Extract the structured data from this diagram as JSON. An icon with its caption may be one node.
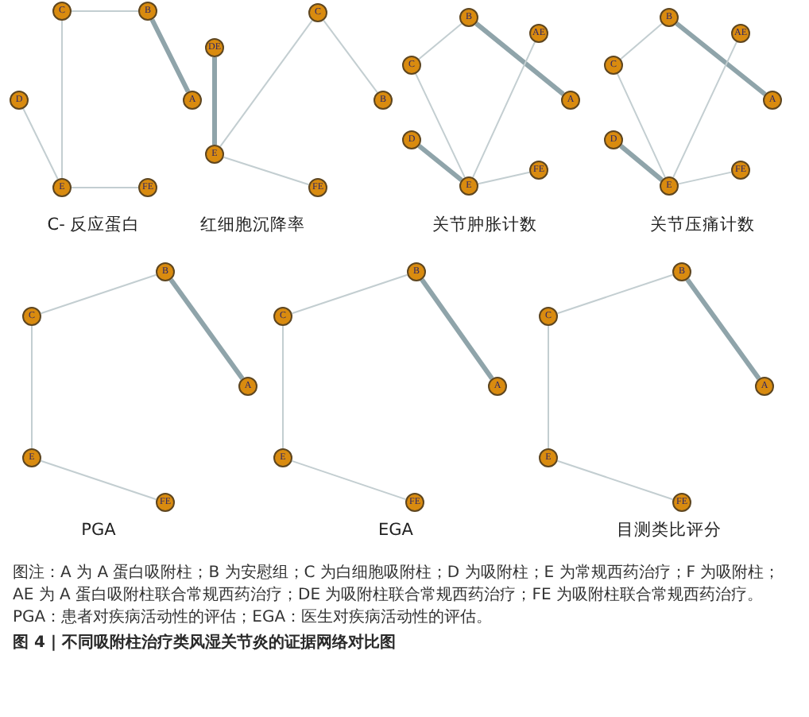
{
  "diagram": {
    "caption": "图 4 | 不同吸附柱治疗类风湿关节炎的证据网络对比图",
    "nodes": [
      {
        "text": [
          "C"
        ]
      },
      {
        "text": [
          "B"
        ]
      },
      {
        "text": [
          "D"
        ]
      },
      {
        "text": [
          "A"
        ]
      },
      {
        "text": [
          "E"
        ]
      },
      {
        "text": [
          "FE"
        ]
      },
      {
        "text": [
          "C"
        ]
      },
      {
        "text": [
          "DE"
        ]
      },
      {
        "text": [
          "B"
        ]
      },
      {
        "text": [
          "E"
        ]
      },
      {
        "text": [
          "FE"
        ]
      },
      {
        "text": [
          "B"
        ]
      },
      {
        "text": [
          "AE"
        ]
      },
      {
        "text": [
          "C"
        ]
      },
      {
        "text": [
          "A"
        ]
      },
      {
        "text": [
          "D"
        ]
      },
      {
        "text": [
          "FE"
        ]
      },
      {
        "text": [
          "E"
        ]
      },
      {
        "text": [
          "B"
        ]
      },
      {
        "text": [
          "AE"
        ]
      },
      {
        "text": [
          "C"
        ]
      },
      {
        "text": [
          "A"
        ]
      },
      {
        "text": [
          "D"
        ]
      },
      {
        "text": [
          "FE"
        ]
      },
      {
        "text": [
          "E"
        ]
      },
      {
        "text": [
          "B"
        ]
      },
      {
        "text": [
          "C"
        ]
      },
      {
        "text": [
          "A"
        ]
      },
      {
        "text": [
          "E"
        ]
      },
      {
        "text": [
          "FE"
        ]
      },
      {
        "text": [
          "B"
        ]
      },
      {
        "text": [
          "C"
        ]
      },
      {
        "text": [
          "A"
        ]
      },
      {
        "text": [
          "E"
        ]
      },
      {
        "text": [
          "FE"
        ]
      },
      {
        "text": [
          "B"
        ]
      },
      {
        "text": [
          "C"
        ]
      },
      {
        "text": [
          "A"
        ]
      },
      {
        "text": [
          "E"
        ]
      },
      {
        "text": [
          "FE"
        ]
      }
    ],
    "edges": [
      {
        "from": 0,
        "to": 1,
        "arrow": "none"
      },
      {
        "from": 0,
        "to": 4,
        "arrow": "none"
      },
      {
        "from": 1,
        "to": 3,
        "arrow": "none",
        "style": "thick"
      },
      {
        "from": 2,
        "to": 4,
        "arrow": "none"
      },
      {
        "from": 4,
        "to": 5,
        "arrow": "none"
      },
      {
        "from": 7,
        "to": 9,
        "arrow": "none",
        "style": "thick"
      },
      {
        "from": 9,
        "to": 6,
        "arrow": "none"
      },
      {
        "from": 6,
        "to": 8,
        "arrow": "none"
      },
      {
        "from": 9,
        "to": 10,
        "arrow": "none"
      },
      {
        "from": 11,
        "to": 13,
        "arrow": "none"
      },
      {
        "from": 11,
        "to": 14,
        "arrow": "none",
        "style": "thick"
      },
      {
        "from": 13,
        "to": 17,
        "arrow": "none"
      },
      {
        "from": 12,
        "to": 17,
        "arrow": "none"
      },
      {
        "from": 15,
        "to": 17,
        "arrow": "none",
        "style": "thick"
      },
      {
        "from": 17,
        "to": 16,
        "arrow": "none"
      },
      {
        "from": 18,
        "to": 20,
        "arrow": "none"
      },
      {
        "from": 18,
        "to": 21,
        "arrow": "none",
        "style": "thick"
      },
      {
        "from": 20,
        "to": 24,
        "arrow": "none"
      },
      {
        "from": 19,
        "to": 24,
        "arrow": "none"
      },
      {
        "from": 22,
        "to": 24,
        "arrow": "none",
        "style": "thick"
      },
      {
        "from": 24,
        "to": 23,
        "arrow": "none"
      },
      {
        "from": 26,
        "to": 25,
        "arrow": "none"
      },
      {
        "from": 25,
        "to": 27,
        "arrow": "none",
        "style": "thick"
      },
      {
        "from": 26,
        "to": 28,
        "arrow": "none"
      },
      {
        "from": 28,
        "to": 29,
        "arrow": "none"
      },
      {
        "from": 31,
        "to": 30,
        "arrow": "none"
      },
      {
        "from": 30,
        "to": 32,
        "arrow": "none",
        "style": "thick"
      },
      {
        "from": 31,
        "to": 33,
        "arrow": "none"
      },
      {
        "from": 33,
        "to": 34,
        "arrow": "none"
      },
      {
        "from": 36,
        "to": 35,
        "arrow": "none"
      },
      {
        "from": 35,
        "to": 37,
        "arrow": "none",
        "style": "thick"
      },
      {
        "from": 36,
        "to": 38,
        "arrow": "none"
      },
      {
        "from": 38,
        "to": 39,
        "arrow": "none"
      }
    ],
    "labels": [
      "C- 反应蛋白",
      "红细胞沉降率",
      "关节肿胀计数",
      "关节压痛计数",
      "PGA",
      "EGA",
      "目测类比评分",
      "图注：A 为 A 蛋白吸附柱；B 为安慰组；C 为白细胞吸附柱；D 为吸附柱；E 为常规西药治疗；F 为吸附柱；AE 为 A 蛋白吸附柱联合常规西药治疗；DE 为吸附柱联合常规西药治疗；FE 为吸附柱联合常规西药治疗。PGA：患者对疾病活动性的评估；EGA：医生对疾病活动性的评估。"
    ]
  }
}
